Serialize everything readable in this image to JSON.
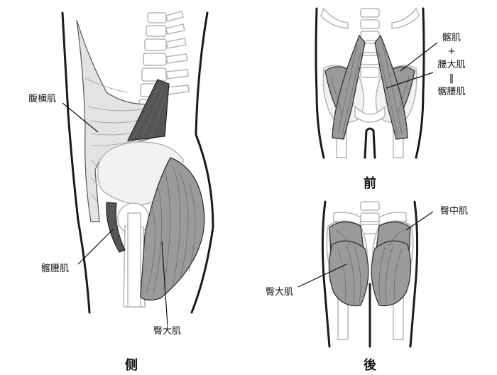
{
  "labels": {
    "transversus_abdominis": "腹横肌",
    "iliopsoas_side": "髂腰肌",
    "gluteus_maximus_side": "臀大肌",
    "iliacus": "髂肌",
    "plus": "+",
    "psoas_major": "腰大肌",
    "equals": "‖",
    "iliopsoas_front": "髂腰肌",
    "gluteus_medius": "臀中肌",
    "gluteus_maximus_back": "臀大肌"
  },
  "views": {
    "side": "侧",
    "front": "前",
    "back": "後"
  },
  "colors": {
    "outline": "#1a1a1a",
    "bone": "#bdbdbd",
    "muscle": "#8e8e8e",
    "muscle_light": "#e0e0e0",
    "muscle_dark": "#4a4a4a"
  }
}
